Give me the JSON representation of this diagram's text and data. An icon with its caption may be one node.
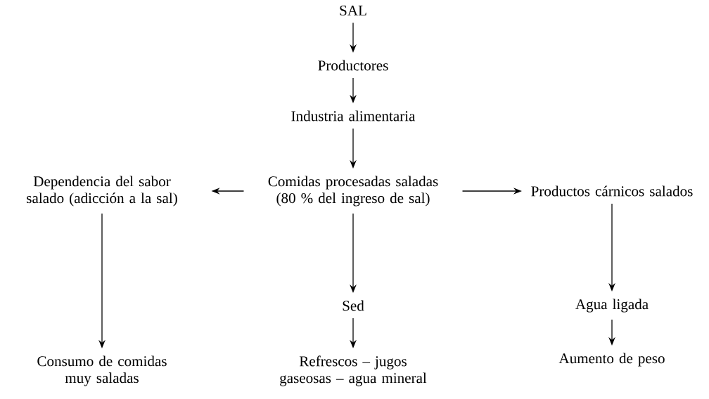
{
  "diagram": {
    "nodes": [
      {
        "text": [
          "SAL"
        ]
      },
      {
        "text": [
          "Productores"
        ]
      },
      {
        "text": [
          "Industria alimentaria"
        ]
      },
      {
        "text": [
          "Comidas procesadas saladas (80 % del ingreso de sal)"
        ]
      },
      {
        "text": [
          "Dependencia del sabor salado (adicción a la sal)"
        ]
      },
      {
        "text": [
          "Productos cárnicos salados"
        ]
      },
      {
        "text": [
          "Consumo de comidas muy saladas"
        ]
      },
      {
        "text": [
          "Sed"
        ]
      },
      {
        "text": [
          "Refrescos – jugos gaseosas – agua mineral"
        ]
      },
      {
        "text": [
          "Agua ligada"
        ]
      },
      {
        "text": [
          "Aumento de peso"
        ]
      }
    ],
    "edges": [
      {
        "from": 0,
        "to": 1,
        "arrow": "to"
      },
      {
        "from": 1,
        "to": 2,
        "arrow": "to"
      },
      {
        "from": 2,
        "to": 3,
        "arrow": "to"
      },
      {
        "from": 3,
        "to": 4,
        "arrow": "to"
      },
      {
        "from": 3,
        "to": 5,
        "arrow": "to"
      },
      {
        "from": 4,
        "to": 6,
        "arrow": "to"
      },
      {
        "from": 3,
        "to": 7,
        "arrow": "to"
      },
      {
        "from": 7,
        "to": 8,
        "arrow": "to"
      },
      {
        "from": 5,
        "to": 9,
        "arrow": "to"
      },
      {
        "from": 9,
        "to": 10,
        "arrow": "to"
      }
    ]
  }
}
